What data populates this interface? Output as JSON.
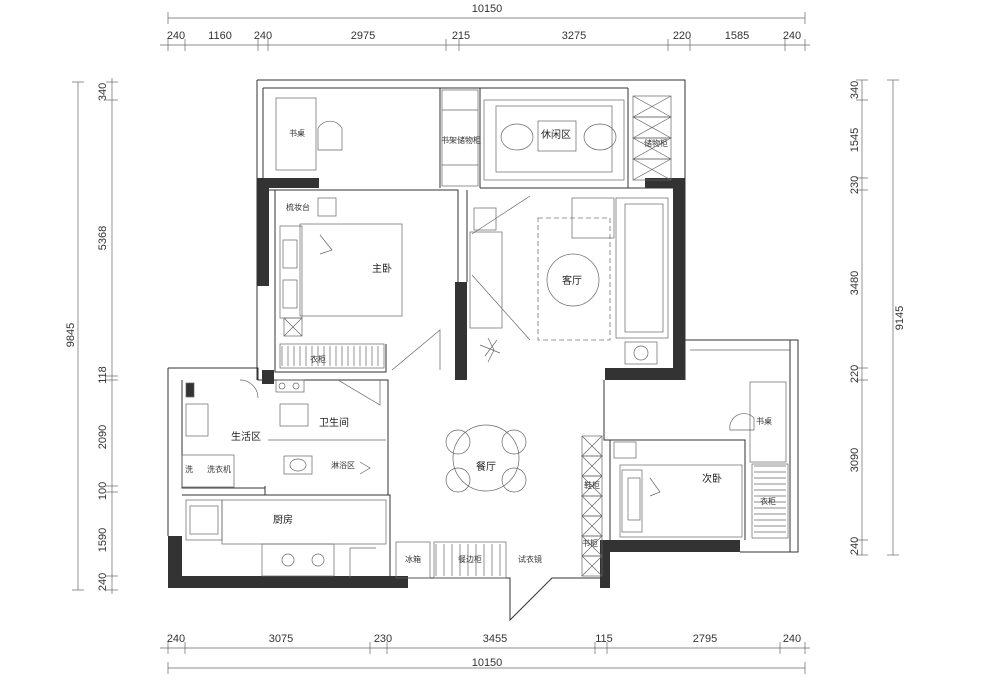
{
  "dimensions": {
    "top_total": "10150",
    "top": [
      "240",
      "1160",
      "240",
      "2975",
      "215",
      "3275",
      "220",
      "1585",
      "240"
    ],
    "bottom_total": "10150",
    "bottom": [
      "240",
      "3075",
      "230",
      "3455",
      "115",
      "2795",
      "240"
    ],
    "left_total": "9845",
    "left_segments": [
      "340",
      "5368",
      "118",
      "2090",
      "100",
      "1590",
      "240"
    ],
    "right_total": "9145",
    "right_segments": [
      "340",
      "1545",
      "230",
      "3480",
      "220",
      "3090",
      "240"
    ]
  },
  "rooms": {
    "master_bedroom": "主卧",
    "second_bedroom": "次卧",
    "living_room": "客厅",
    "dining_room": "餐厅",
    "kitchen": "厨房",
    "bathroom": "卫生间",
    "utility_area": "生活区",
    "leisure_area": "休闲区",
    "shower_area": "淋浴区"
  },
  "fixtures": {
    "desk_top": "书桌",
    "desk_right": "书桌",
    "dresser": "梳妆台",
    "bookcase_storage": "书架储物柜",
    "storage_cabinet": "储物柜",
    "wardrobe_master": "衣柜",
    "wardrobe_second": "衣柜",
    "fridge": "冰箱",
    "shoe_cabinet": "鞋柜",
    "tall_cabinet": "餐边柜",
    "fitting_mirror": "试衣镜",
    "wash_area": "洗",
    "laundry": "洗衣机",
    "books_shelf": "书柜"
  }
}
